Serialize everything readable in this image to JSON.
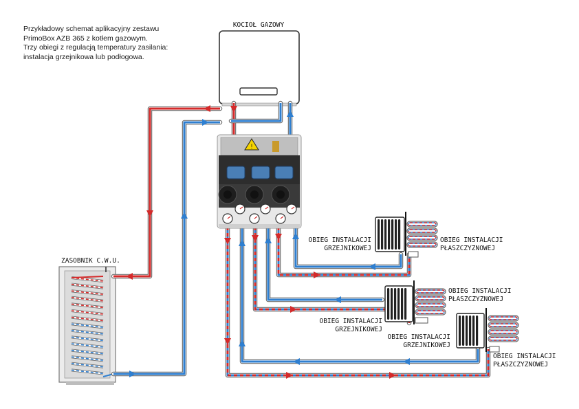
{
  "caption": {
    "lines": [
      "Przykładowy schemat aplikacyjny zestawu",
      "PrimoBox AZB 365 z kotłem gazowym.",
      "Trzy obiegi z regulacją temperatury zasilania:",
      "instalacja grzejnikowa lub podłogowa."
    ]
  },
  "labels": {
    "boiler": "KOCIOŁ GAZOWY",
    "tank": "ZASOBNIK C.W.U.",
    "radiator_line1": "OBIEG INSTALACJI",
    "radiator_line2": "GRZEJNIKOWEJ",
    "floor_line1": "OBIEG INSTALACJI",
    "floor_line2": "PŁASZCZYZNOWEJ"
  },
  "colors": {
    "supply": "#d42a2a",
    "return": "#2f7fd0",
    "pipe_outline": "#6c6c6c",
    "pipe_fill": "#ffffff"
  }
}
